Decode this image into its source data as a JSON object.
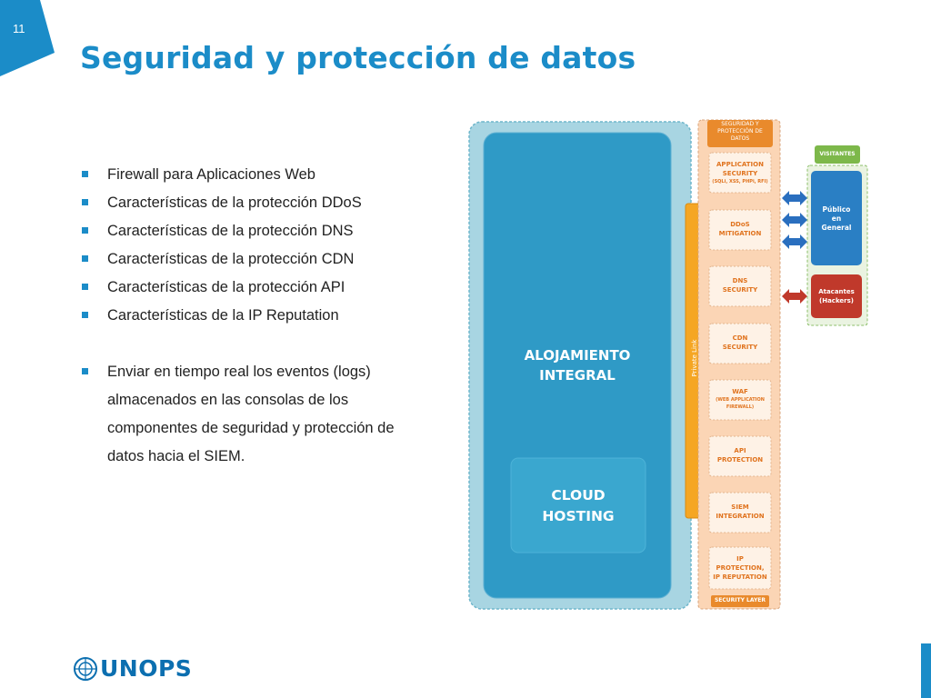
{
  "slide": {
    "page_number": "11",
    "title": "Seguridad y protección de datos"
  },
  "bullets": [
    "Firewall para Aplicaciones Web",
    "Características de la protección DDoS",
    "Características de la protección DNS",
    "Características de la protección CDN",
    "Características de la protección API",
    "Características de la IP Reputation"
  ],
  "paragraph": {
    "lines": [
      "Enviar en tiempo real los eventos (logs)",
      "almacenados en las consolas de los",
      "componentes de seguridad y protección de",
      "datos hacia el SIEM."
    ]
  },
  "diagram": {
    "hosting": {
      "line1": "ALOJAMIENTO",
      "line2": "INTEGRAL",
      "cloud_line1": "CLOUD",
      "cloud_line2": "HOSTING"
    },
    "private_link": "Private Link",
    "security_header": [
      "SEGURIDAD Y",
      "PROTECCIÓN DE",
      "DATOS"
    ],
    "security_footer": "SECURITY LAYER",
    "layers": [
      {
        "main": [
          "APPLICATION",
          "SECURITY"
        ],
        "sub": [
          "(SQLi, XSS, PHPi, RFI)"
        ]
      },
      {
        "main": [
          "DDoS",
          "MITIGATION"
        ],
        "sub": []
      },
      {
        "main": [
          "DNS",
          "SECURITY"
        ],
        "sub": []
      },
      {
        "main": [
          "CDN",
          "SECURITY"
        ],
        "sub": []
      },
      {
        "main": [
          "WAF"
        ],
        "sub": [
          "(WEB APPLICATION",
          "FIREWALL)"
        ]
      },
      {
        "main": [
          "API",
          "PROTECTION"
        ],
        "sub": []
      },
      {
        "main": [
          "SIEM",
          "INTEGRATION"
        ],
        "sub": []
      },
      {
        "main": [
          "IP",
          "PROTECTION,",
          "IP REPUTATION"
        ],
        "sub": []
      }
    ],
    "visitors": {
      "header": "VISITANTES",
      "public": [
        "Público",
        "en",
        "General"
      ],
      "attackers": [
        "Atacantes",
        "(Hackers)"
      ]
    },
    "colors": {
      "outer_fill": "#A8D5E2",
      "inner_fill": "#2F9AC6",
      "security_fill": "#FBD5B5",
      "orange": "#F0A030",
      "header_orange": "#E98A2C",
      "visitor_green": "#7DB84A",
      "public_blue": "#2A7FC4",
      "attacker_red": "#C0392B"
    }
  },
  "footer": {
    "logo_text": "UNOPS"
  }
}
